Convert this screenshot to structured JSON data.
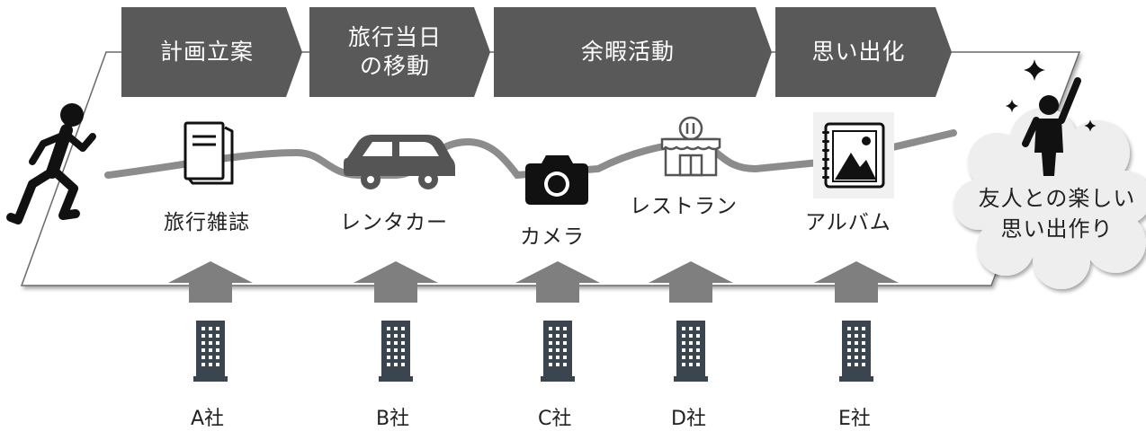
{
  "stages": [
    "計画立案",
    "旅行当日\nの移動",
    "余暇活動",
    "思い出化"
  ],
  "touchpoints": [
    "旅行雑誌",
    "レンタカー",
    "カメラ",
    "レストラン",
    "アルバム"
  ],
  "companies": [
    "A社",
    "B社",
    "C社",
    "D社",
    "E社"
  ],
  "goal": "友人との楽しい\n思い出作り",
  "icons": [
    "runner-icon",
    "magazine-icon",
    "car-icon",
    "camera-icon",
    "restaurant-icon",
    "album-icon",
    "celebrating-person-icon",
    "sparkle-icon",
    "building-icon",
    "up-arrow-icon"
  ],
  "colors": {
    "stage_fill": "#595959",
    "path_line": "#8c8c8c",
    "arrow_fill": "#7f7f7f",
    "building_fill": "#3b4550",
    "cloud_fill": "#eeeeee"
  }
}
